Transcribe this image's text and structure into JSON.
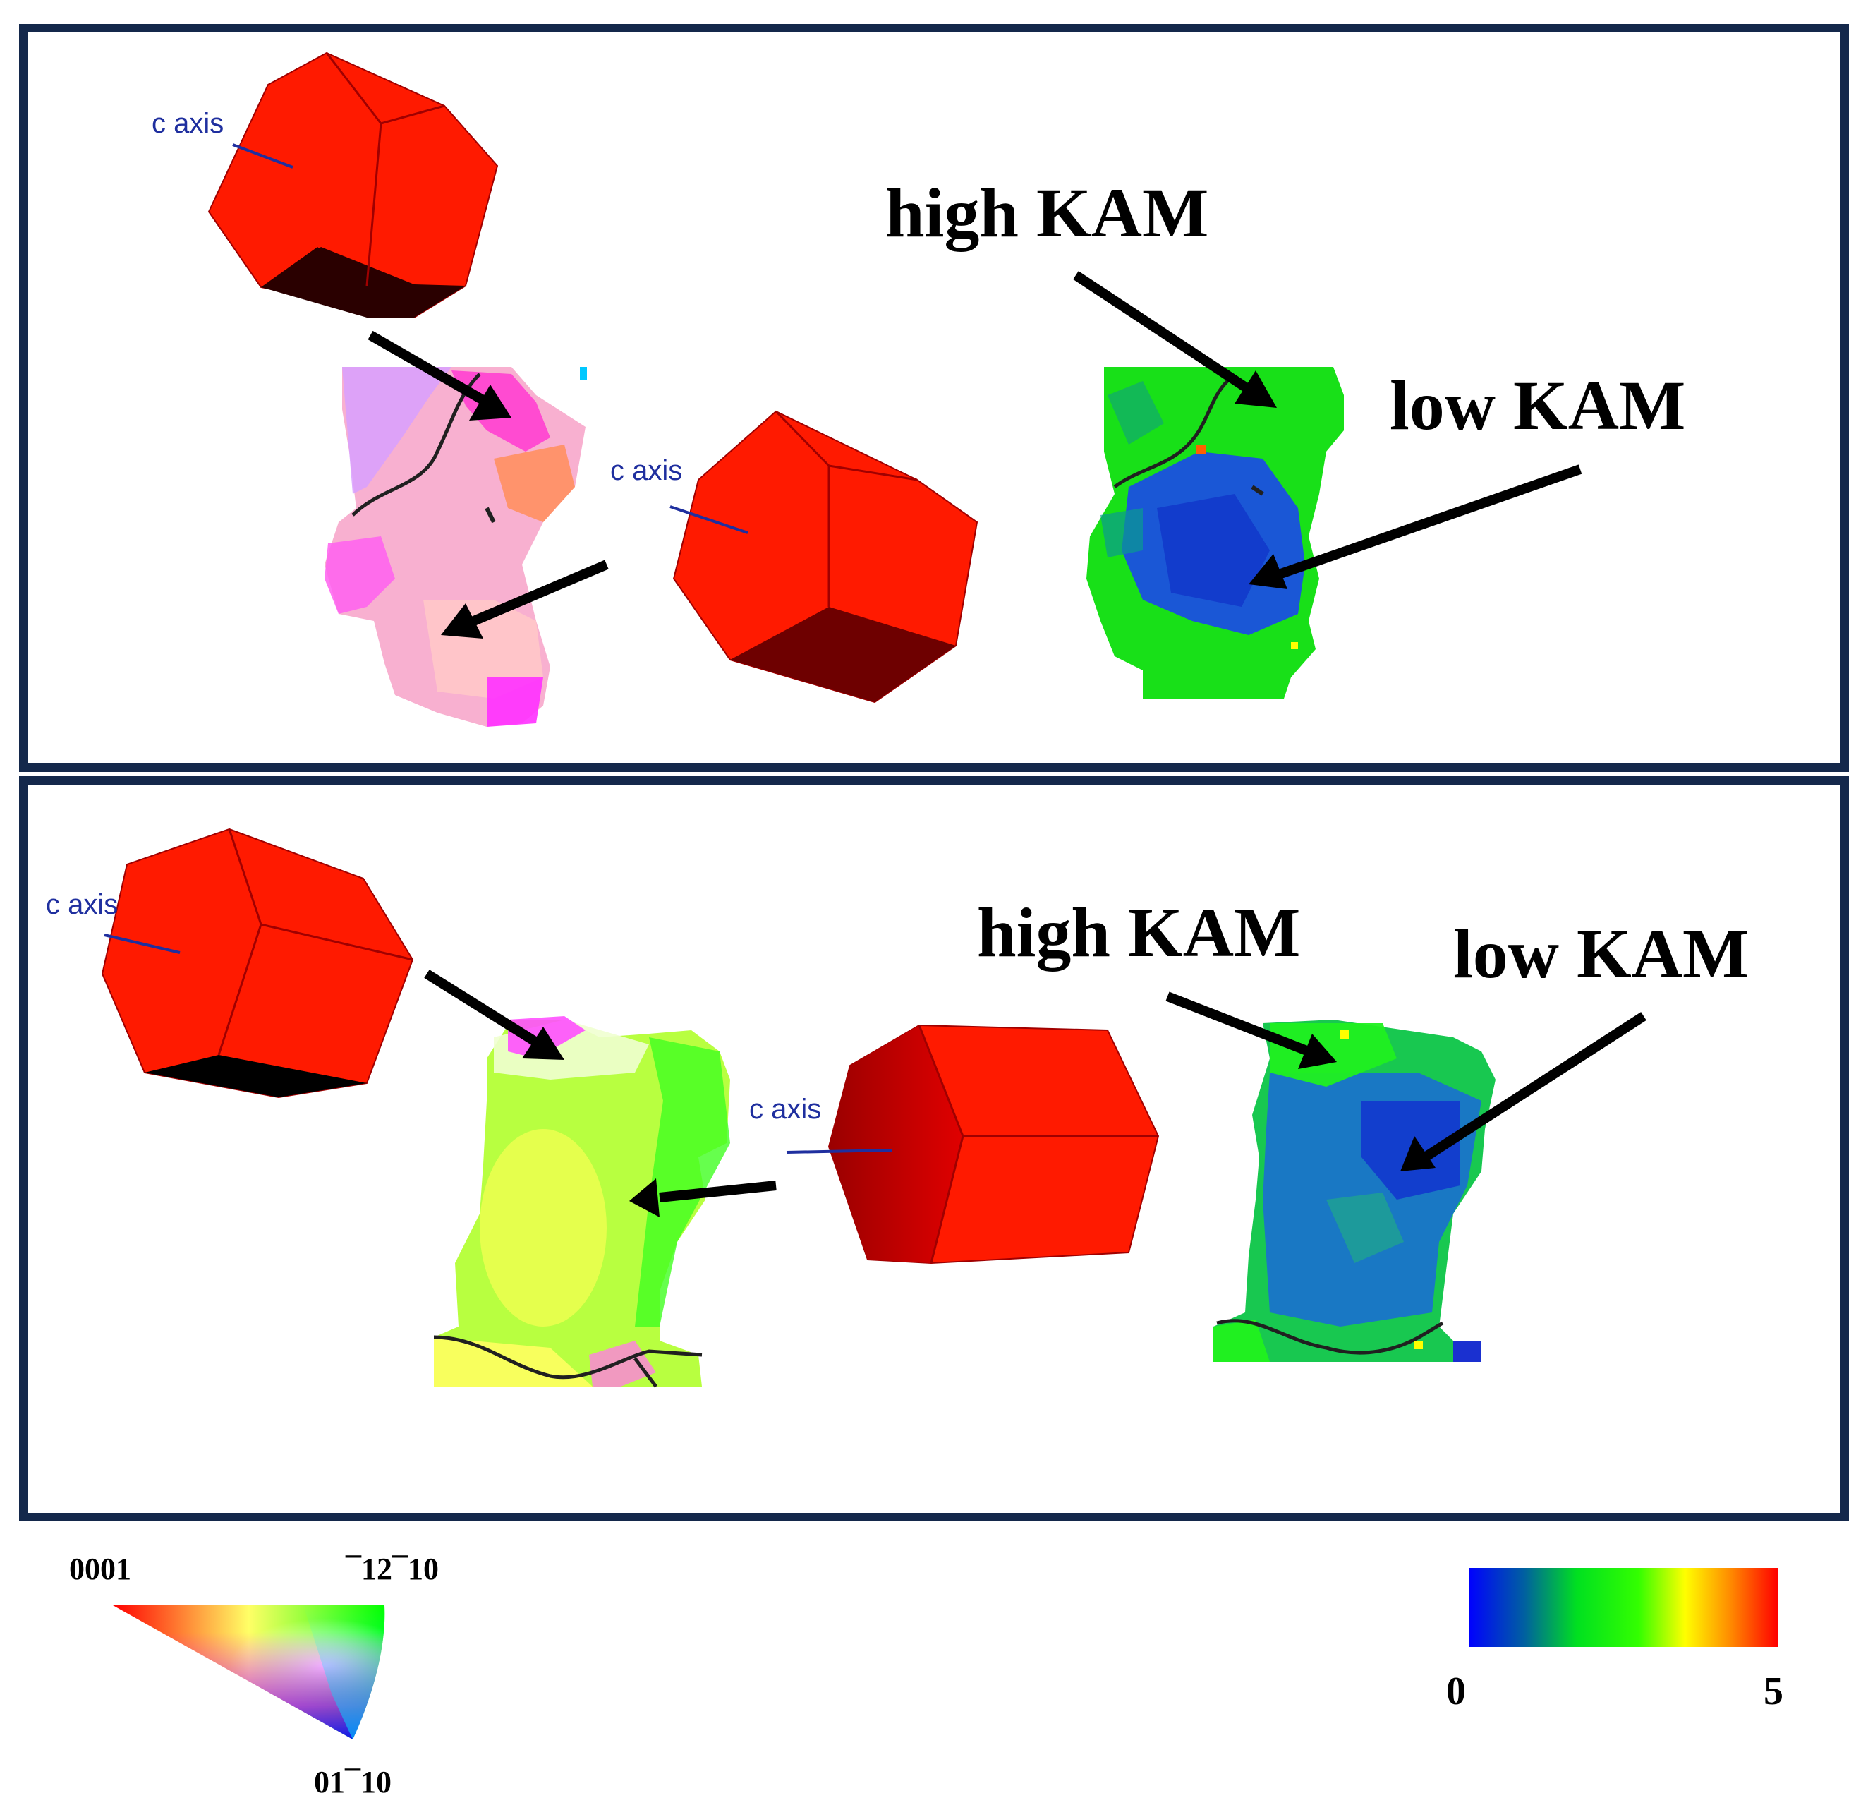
{
  "panels": [
    {
      "caxis_labels": [
        "c axis",
        "c axis"
      ],
      "high_kam_label": "high KAM",
      "low_kam_label": "low KAM"
    },
    {
      "caxis_labels": [
        "c axis",
        "c axis"
      ],
      "high_kam_label": "high KAM",
      "low_kam_label": "low KAM"
    }
  ],
  "ipf_legend": {
    "corner_0001": "0001",
    "corner_m12m10": "¯12¯10",
    "corner_01m10": "01¯10",
    "colors": [
      "#ff0000",
      "#00ff00",
      "#0000ff"
    ]
  },
  "kam_scale": {
    "min_label": "0",
    "max_label": "5",
    "colors": [
      "#0000ff",
      "#00a060",
      "#00ff00",
      "#33ff00",
      "#ffff00",
      "#ff8800",
      "#ff0000"
    ]
  },
  "colors": {
    "frame": "#14284b",
    "crystal_red": "#ff1a00",
    "crystal_dark": "#330000",
    "caxis_blue": "#1f2f9f",
    "arrow": "#000000"
  }
}
